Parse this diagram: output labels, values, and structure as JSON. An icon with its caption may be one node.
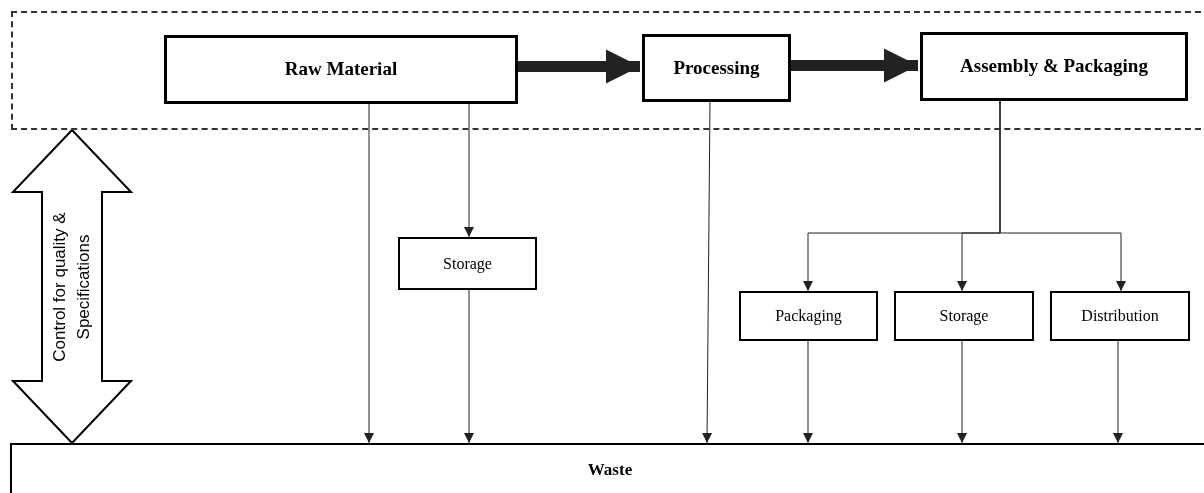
{
  "diagram": {
    "nodes": [
      {
        "text": [],
        "shape": "box"
      },
      {
        "text": [
          "Raw Material"
        ],
        "in": 0
      },
      {
        "text": [
          "Processing"
        ],
        "in": 0
      },
      {
        "text": [
          "Assembly & Packaging"
        ],
        "in": 0
      },
      {
        "text": [
          "Storage"
        ]
      },
      {
        "text": [
          "Packaging"
        ]
      },
      {
        "text": [
          "Storage"
        ]
      },
      {
        "text": [
          "Distribution"
        ]
      },
      {
        "text": [
          "Waste"
        ]
      }
    ],
    "edges": [
      {
        "from": 1,
        "to": 2,
        "arrow": "to",
        "style": "thick"
      },
      {
        "from": 2,
        "to": 3,
        "arrow": "to",
        "style": "thick"
      },
      {
        "from": 1,
        "to": 8,
        "arrow": "to"
      },
      {
        "from": 1,
        "to": 4,
        "arrow": "to"
      },
      {
        "from": 4,
        "to": 8,
        "arrow": "to"
      },
      {
        "from": 2,
        "to": 8,
        "arrow": "to"
      },
      {
        "from": 3,
        "to": 5,
        "arrow": "to"
      },
      {
        "from": 3,
        "to": 6,
        "arrow": "to"
      },
      {
        "from": 3,
        "to": 7,
        "arrow": "to"
      },
      {
        "from": 5,
        "to": 8,
        "arrow": "to"
      },
      {
        "from": 6,
        "to": 8,
        "arrow": "to"
      },
      {
        "from": 7,
        "to": 8,
        "arrow": "to"
      },
      {
        "from": 0,
        "to": 8,
        "arrow": "both",
        "label": "Control for quality & Specifications"
      }
    ]
  }
}
